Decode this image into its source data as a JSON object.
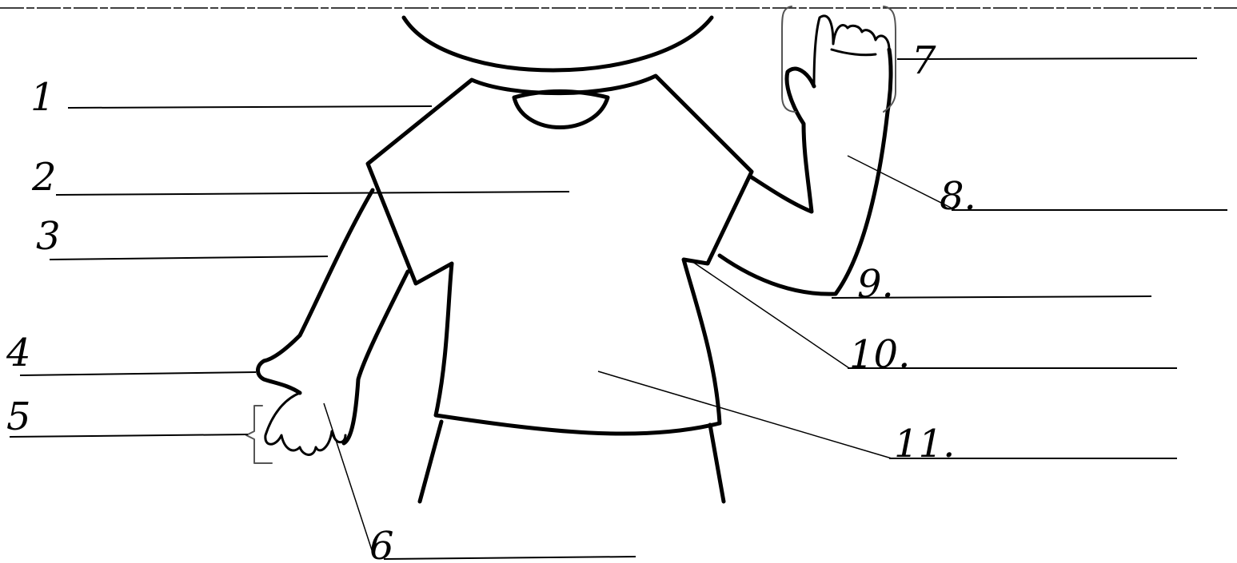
{
  "worksheet": {
    "labels": [
      {
        "id": "1",
        "text": "1"
      },
      {
        "id": "2",
        "text": "2"
      },
      {
        "id": "3",
        "text": "3"
      },
      {
        "id": "4",
        "text": "4"
      },
      {
        "id": "5",
        "text": "5"
      },
      {
        "id": "6",
        "text": "6"
      },
      {
        "id": "7",
        "text": "7"
      },
      {
        "id": "8",
        "text": "8."
      },
      {
        "id": "9",
        "text": "9."
      },
      {
        "id": "10",
        "text": "10."
      },
      {
        "id": "11",
        "text": "11."
      }
    ]
  },
  "colors": {
    "ink": "#000000",
    "background": "#ffffff"
  }
}
